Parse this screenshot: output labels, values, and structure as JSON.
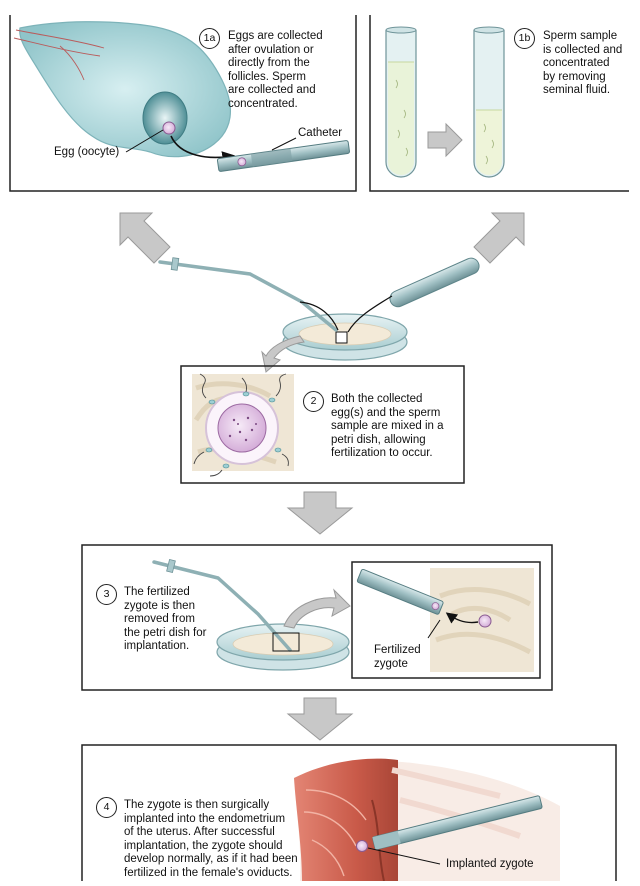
{
  "steps": {
    "s1a": {
      "badge": "1a",
      "lines": [
        "Eggs are collected",
        "after ovulation or",
        "directly from the",
        "follicles. Sperm",
        "are collected and",
        "concentrated."
      ],
      "labels": {
        "egg": "Egg (oocyte)",
        "catheter": "Catheter"
      }
    },
    "s1b": {
      "badge": "1b",
      "lines": [
        "Sperm sample",
        "is collected and",
        "concentrated",
        "by removing",
        "seminal fluid."
      ]
    },
    "s2": {
      "badge": "2",
      "lines": [
        "Both the collected",
        "egg(s) and the sperm",
        "sample are mixed in a",
        "petri dish, allowing",
        "fertilization to occur."
      ]
    },
    "s3": {
      "badge": "3",
      "lines": [
        "The fertilized",
        "zygote is then",
        "removed from",
        "the petri dish for",
        "implantation."
      ],
      "labels": {
        "zygote": [
          "Fertilized",
          "zygote"
        ]
      }
    },
    "s4": {
      "badge": "4",
      "lines": [
        "The zygote is then surgically",
        "implanted into the endometrium",
        "of the uterus. After successful",
        "implantation, the zygote should",
        "develop normally, as if it had been",
        "fertilized in the female's oviducts."
      ],
      "labels": {
        "implanted": "Implanted zygote"
      }
    }
  },
  "colors": {
    "outline": "#222222",
    "arrow_fill": "#c8c8c8",
    "arrow_stroke": "#9a9a9a",
    "glass": "#bcd9dc",
    "ovary": "#b9dde0",
    "tissue": "#efe6d5",
    "cell": "#d9b7dc",
    "uterus": "#d9715f"
  }
}
